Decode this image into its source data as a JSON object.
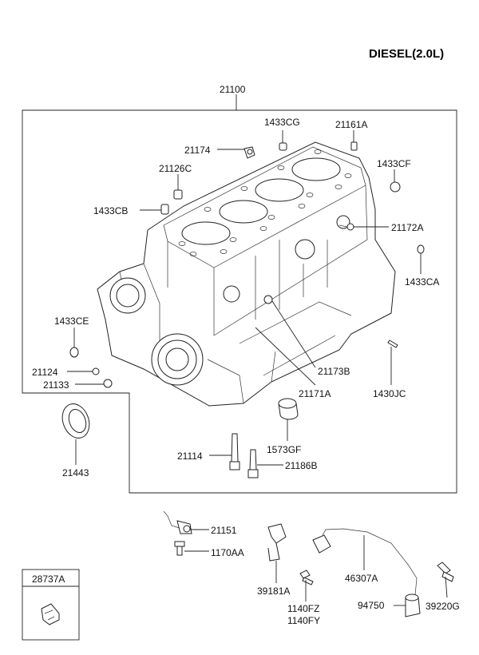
{
  "diagram": {
    "title": "DIESEL(2.0L)",
    "labels": {
      "p21100": "21100",
      "p1433CG": "1433CG",
      "p21161A": "21161A",
      "p21174": "21174",
      "p1433CF": "1433CF",
      "p21126C": "21126C",
      "p1433CB": "1433CB",
      "p21172A": "21172A",
      "p1433CA": "1433CA",
      "p1433CE": "1433CE",
      "p21124": "21124",
      "p21133": "21133",
      "p21173B": "21173B",
      "p21171A": "21171A",
      "p1430JC": "1430JC",
      "p21443": "21443",
      "p1573GF": "1573GF",
      "p21114": "21114",
      "p21186B": "21186B",
      "p21151": "21151",
      "p1170AA": "1170AA",
      "p39181A": "39181A",
      "p46307A": "46307A",
      "p1140FZ": "1140FZ",
      "p1140FY": "1140FY",
      "p94750": "94750",
      "p39220G": "39220G",
      "p28737A": "28737A"
    }
  }
}
